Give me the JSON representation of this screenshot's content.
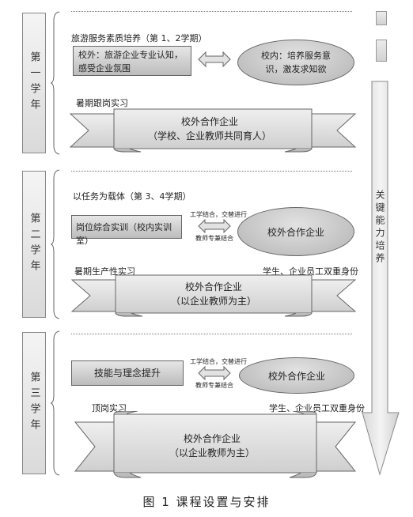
{
  "years": [
    {
      "label": "第一学年",
      "topic": "旅游服务素质培养（第 1、2学期）",
      "left_box": "校外：旅游企业专业认知，感受企业氛围",
      "right_ellipse": "校内：培养服务意识，激发求知欲",
      "internship_label": "暑期跟岗实习",
      "banner_title": "校外合作企业",
      "banner_sub": "（学校、企业教师共同育人）"
    },
    {
      "label": "第二学年",
      "topic": "以任务为载体（第 3、4学期）",
      "left_box": "岗位综合实训（校内实训室）",
      "arrow_top": "工学结合，交替进行",
      "arrow_bottom": "教师专兼结合",
      "right_ellipse": "校外合作企业",
      "internship_label": "暑期生产性实习",
      "dual_identity": "学生、企业员工双重身份",
      "banner_title": "校外合作企业",
      "banner_sub": "（以企业教师为主）"
    },
    {
      "label": "第三学年",
      "left_box": "技能与理念提升",
      "arrow_top": "工学结合，交替进行",
      "arrow_bottom": "教师专兼结合",
      "right_ellipse": "校外合作企业",
      "internship_label": "顶岗实习",
      "dual_identity": "学生、企业员工双重身份",
      "banner_title": "校外合作企业",
      "banner_sub": "（以企业教师为主）"
    }
  ],
  "side_arrow_label": "关键能力培养",
  "caption": "图 1  课程设置与安排"
}
